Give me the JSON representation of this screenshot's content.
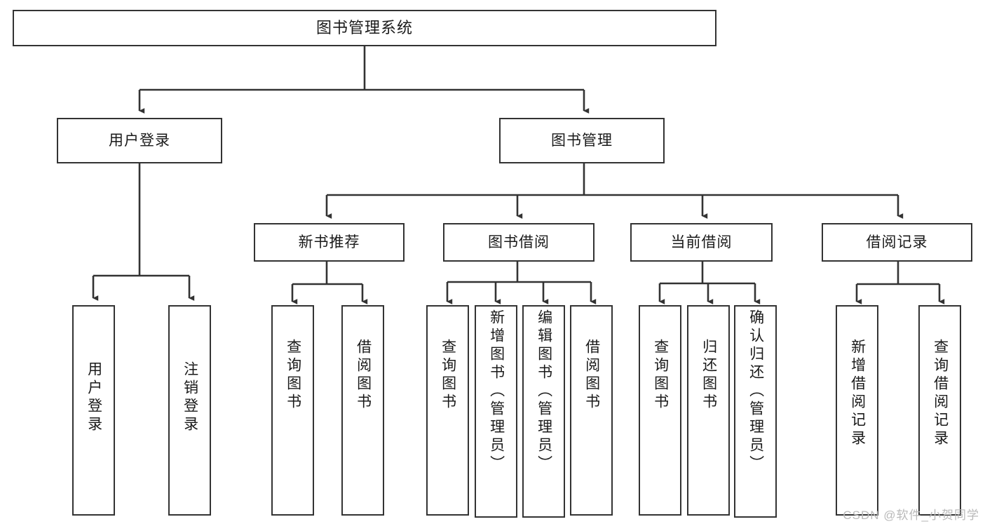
{
  "diagram": {
    "title": "图书管理系统",
    "type": "tree-hierarchy",
    "watermark": "CSDN @软件_小贺同学",
    "colors": {
      "box_border": "#333333",
      "box_fill": "#ffffff",
      "connector": "#333333",
      "text": "#1a1a1a",
      "watermark": "#b9b9b9"
    },
    "levels": {
      "level1": [
        "图书管理系统"
      ],
      "level2": [
        "用户登录",
        "图书管理"
      ],
      "level3": [
        "新书推荐",
        "图书借阅",
        "当前借阅",
        "借阅记录"
      ],
      "level4": [
        "用户登录",
        "注销登录",
        "查询图书",
        "借阅图书",
        "查询图书",
        "新增图书（管理员）",
        "编辑图书（管理员）",
        "借阅图书",
        "查询图书",
        "归还图书",
        "确认归还（管理员）",
        "新增借阅记录",
        "查询借阅记录"
      ]
    },
    "nodes": {
      "root": {
        "label": "图书管理系统"
      },
      "user_login": {
        "label": "用户登录"
      },
      "book_manage": {
        "label": "图书管理"
      },
      "new_book_rec": {
        "label": "新书推荐"
      },
      "book_borrow": {
        "label": "图书借阅"
      },
      "current_borrow": {
        "label": "当前借阅"
      },
      "borrow_record": {
        "label": "借阅记录"
      },
      "leaf_user_login": {
        "label": "用户登录"
      },
      "leaf_user_logout": {
        "label": "注销登录"
      },
      "leaf_query_book_1": {
        "label": "查询图书"
      },
      "leaf_borrow_book_1": {
        "label": "借阅图书"
      },
      "leaf_query_book_2": {
        "label": "查询图书"
      },
      "leaf_add_book": {
        "label": "新增图书（管理员）"
      },
      "leaf_edit_book": {
        "label": "编辑图书（管理员）"
      },
      "leaf_borrow_book_2": {
        "label": "借阅图书"
      },
      "leaf_query_book_3": {
        "label": "查询图书"
      },
      "leaf_return_book": {
        "label": "归还图书"
      },
      "leaf_confirm_return": {
        "label": "确认归还（管理员）"
      },
      "leaf_add_record": {
        "label": "新增借阅记录"
      },
      "leaf_query_record": {
        "label": "查询借阅记录"
      }
    },
    "edges": [
      {
        "from": "root",
        "to": "user_login"
      },
      {
        "from": "root",
        "to": "book_manage"
      },
      {
        "from": "user_login",
        "to": "leaf_user_login"
      },
      {
        "from": "user_login",
        "to": "leaf_user_logout"
      },
      {
        "from": "book_manage",
        "to": "new_book_rec"
      },
      {
        "from": "book_manage",
        "to": "book_borrow"
      },
      {
        "from": "book_manage",
        "to": "current_borrow"
      },
      {
        "from": "book_manage",
        "to": "borrow_record"
      },
      {
        "from": "new_book_rec",
        "to": "leaf_query_book_1"
      },
      {
        "from": "new_book_rec",
        "to": "leaf_borrow_book_1"
      },
      {
        "from": "book_borrow",
        "to": "leaf_query_book_2"
      },
      {
        "from": "book_borrow",
        "to": "leaf_add_book"
      },
      {
        "from": "book_borrow",
        "to": "leaf_edit_book"
      },
      {
        "from": "book_borrow",
        "to": "leaf_borrow_book_2"
      },
      {
        "from": "current_borrow",
        "to": "leaf_query_book_3"
      },
      {
        "from": "current_borrow",
        "to": "leaf_return_book"
      },
      {
        "from": "current_borrow",
        "to": "leaf_confirm_return"
      },
      {
        "from": "borrow_record",
        "to": "leaf_add_record"
      },
      {
        "from": "borrow_record",
        "to": "leaf_query_record"
      }
    ]
  }
}
